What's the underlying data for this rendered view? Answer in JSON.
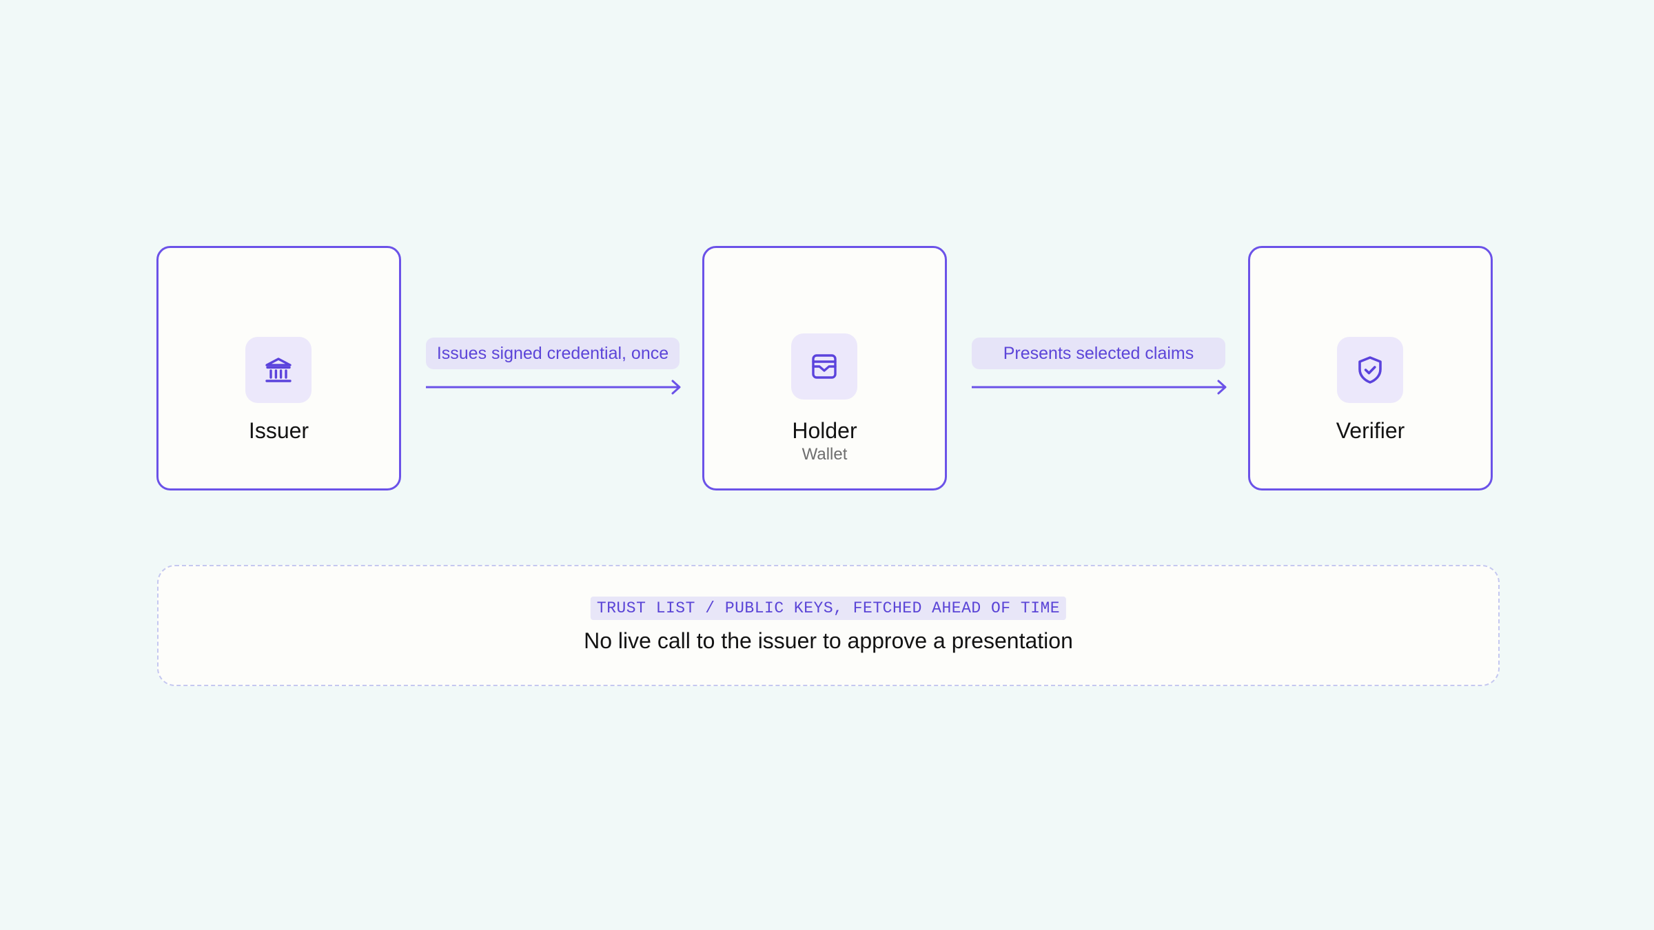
{
  "nodes": {
    "issuer": {
      "label": "Issuer",
      "icon": "bank-icon"
    },
    "holder": {
      "label": "Holder",
      "sublabel": "Wallet",
      "icon": "wallet-icon"
    },
    "verifier": {
      "label": "Verifier",
      "icon": "shield-check-icon"
    }
  },
  "edges": [
    {
      "from": "issuer",
      "to": "holder",
      "label": "Issues signed credential, once"
    },
    {
      "from": "holder",
      "to": "verifier",
      "label": "Presents selected claims"
    }
  ],
  "trust_panel": {
    "tag": "TRUST LIST / PUBLIC KEYS, FETCHED AHEAD OF TIME",
    "note": "No live call to the issuer to approve a presentation"
  },
  "colors": {
    "background": "#f1f9f8",
    "accent": "#6b52e8",
    "node_fill": "#fdfdfa",
    "icon_tile": "#ece8fb",
    "label_pill": "#e6e4f8",
    "panel_border": "#c5c8f0"
  }
}
